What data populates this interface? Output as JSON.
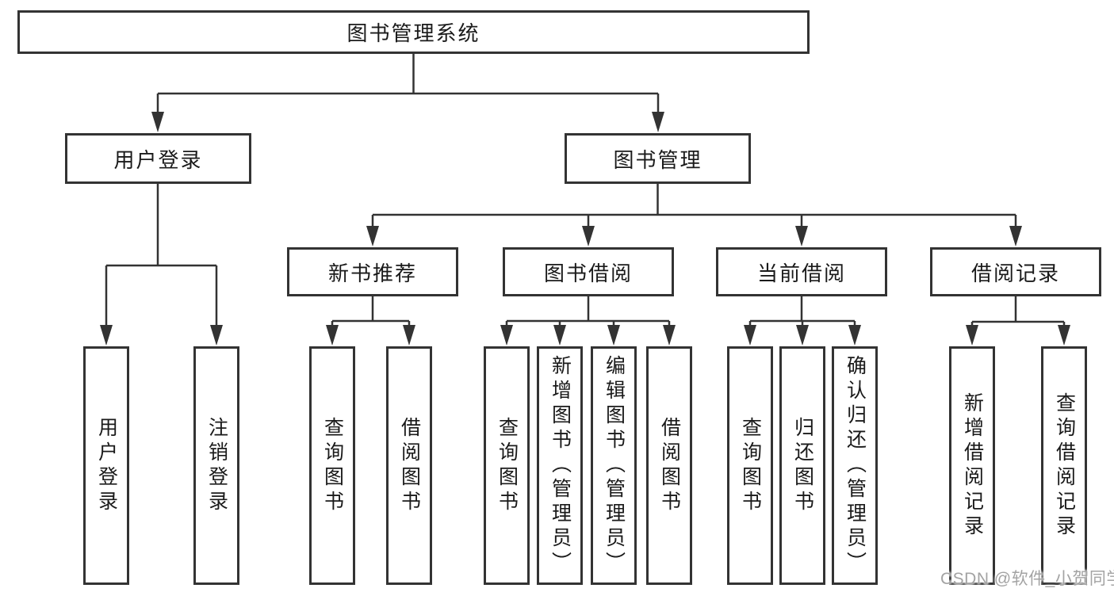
{
  "tree": {
    "root": {
      "label": "图书管理系统"
    },
    "children": [
      {
        "label": "用户登录",
        "children": [
          {
            "label": "用户登录"
          },
          {
            "label": "注销登录"
          }
        ]
      },
      {
        "label": "图书管理",
        "children": [
          {
            "label": "新书推荐",
            "children": [
              {
                "label": "查询图书"
              },
              {
                "label": "借阅图书"
              }
            ]
          },
          {
            "label": "图书借阅",
            "children": [
              {
                "label": "查询图书"
              },
              {
                "label": "新增图书（管理员）"
              },
              {
                "label": "编辑图书（管理员）"
              },
              {
                "label": "借阅图书"
              }
            ]
          },
          {
            "label": "当前借阅",
            "children": [
              {
                "label": "查询图书"
              },
              {
                "label": "归还图书"
              },
              {
                "label": "确认归还（管理员）"
              }
            ]
          },
          {
            "label": "借阅记录",
            "children": [
              {
                "label": "新增借阅记录"
              },
              {
                "label": "查询借阅记录"
              }
            ]
          }
        ]
      }
    ]
  },
  "watermark": {
    "text": "CSDN @软件_小贺同学"
  },
  "colors": {
    "line": "#333333",
    "text": "#1a1a1a",
    "background": "#ffffff",
    "watermark": "#a3a3a3"
  }
}
